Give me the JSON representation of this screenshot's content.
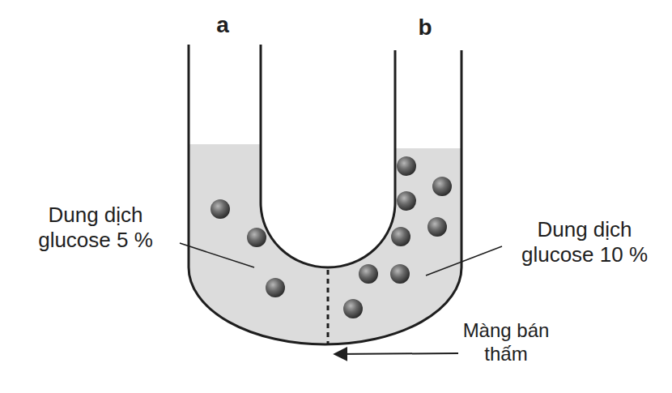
{
  "diagram": {
    "labels": [
      "a",
      "b",
      "Dung dịch glucose 5 %",
      "Dung dịch glucose 10 %",
      "Màng bán thấm"
    ]
  }
}
